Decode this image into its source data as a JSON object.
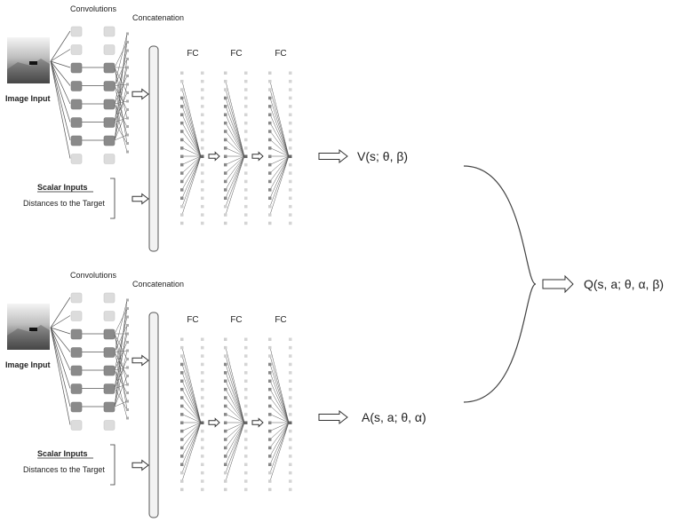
{
  "colors": {
    "node_light": "#dcdcdc",
    "node_dark": "#8a8a8a",
    "line": "#555555",
    "bar_fill": "#f2f2f2",
    "bar_stroke": "#555555"
  },
  "branches": [
    {
      "convolutions_label": "Convolutions",
      "concatenation_label": "Concatenation",
      "image_input_label": "Image Input",
      "scalar_inputs_label": "Scalar Inputs",
      "scalar_desc": "Distances to the Target",
      "fc_labels": [
        "FC",
        "FC",
        "FC"
      ],
      "output_label": "V(s; θ, β)"
    },
    {
      "convolutions_label": "Convolutions",
      "concatenation_label": "Concatenation",
      "image_input_label": "Image Input",
      "scalar_inputs_label": "Scalar Inputs",
      "scalar_desc": "Distances to the Target",
      "fc_labels": [
        "FC",
        "FC",
        "FC"
      ],
      "output_label": "A(s, a; θ, α)"
    }
  ],
  "final_output_label": "Q(s, a; θ, α, β)"
}
